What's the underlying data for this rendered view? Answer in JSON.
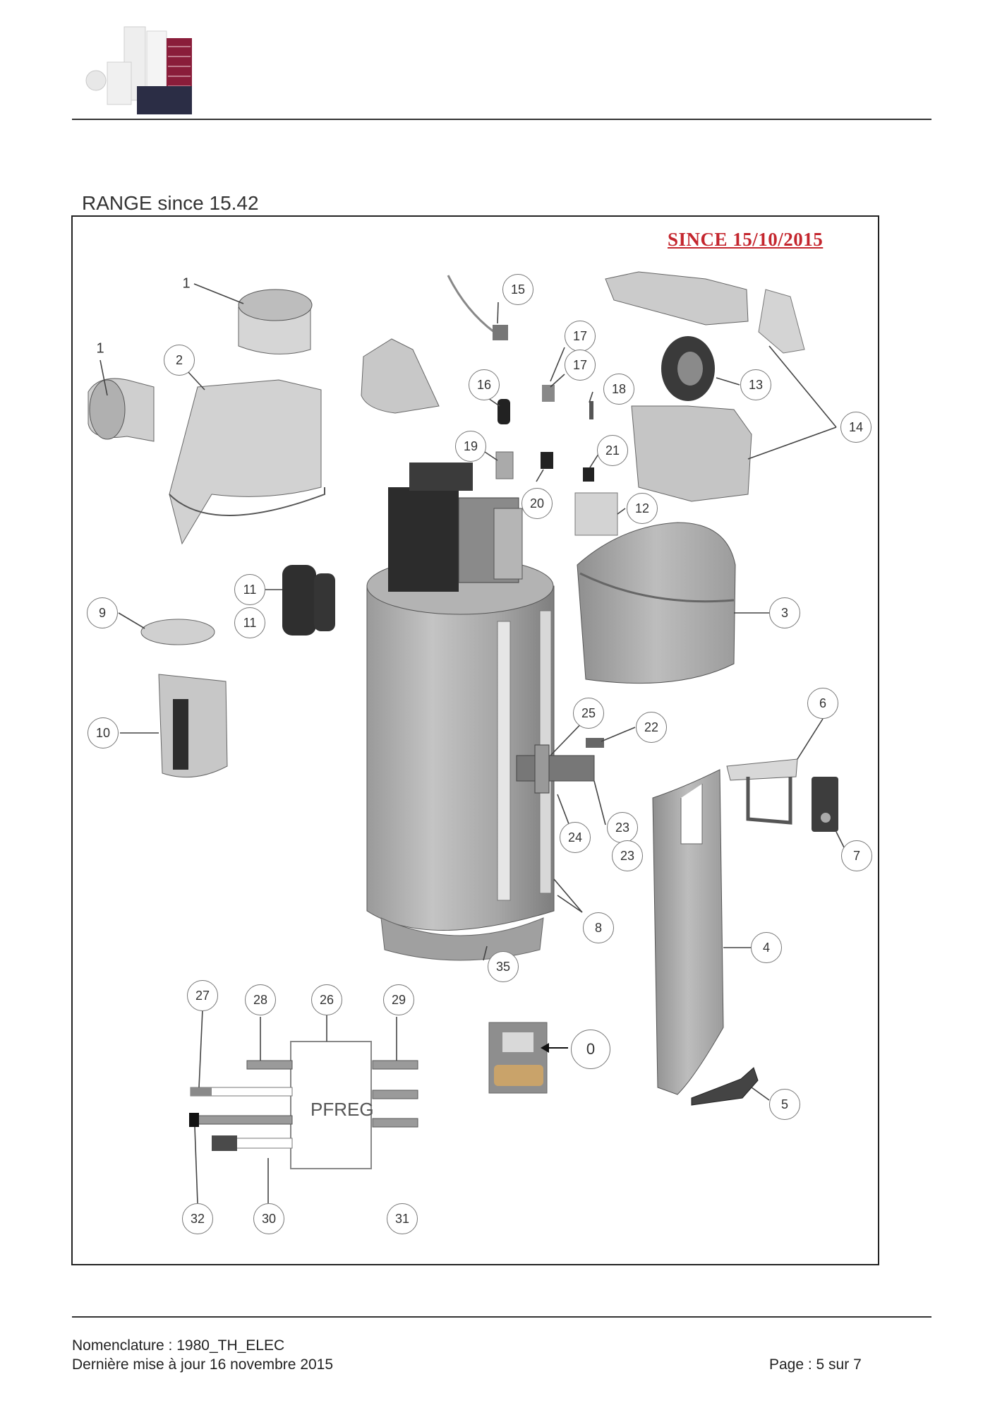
{
  "section_title": "RANGE since 15.42",
  "since_stamp": "SINCE 15/10/2015",
  "callouts": [
    {
      "label": "1"
    },
    {
      "label": "1"
    },
    {
      "label": "2"
    },
    {
      "label": "3"
    },
    {
      "label": "4"
    },
    {
      "label": "5"
    },
    {
      "label": "6"
    },
    {
      "label": "7"
    },
    {
      "label": "8"
    },
    {
      "label": "9"
    },
    {
      "label": "10"
    },
    {
      "label": "11"
    },
    {
      "label": "11"
    },
    {
      "label": "12"
    },
    {
      "label": "13"
    },
    {
      "label": "14"
    },
    {
      "label": "15"
    },
    {
      "label": "16"
    },
    {
      "label": "17"
    },
    {
      "label": "17"
    },
    {
      "label": "18"
    },
    {
      "label": "19"
    },
    {
      "label": "20"
    },
    {
      "label": "21"
    },
    {
      "label": "22"
    },
    {
      "label": "23"
    },
    {
      "label": "23"
    },
    {
      "label": "24"
    },
    {
      "label": "25"
    },
    {
      "label": "26"
    },
    {
      "label": "27"
    },
    {
      "label": "28"
    },
    {
      "label": "29"
    },
    {
      "label": "30"
    },
    {
      "label": "31"
    },
    {
      "label": "32"
    },
    {
      "label": "35"
    },
    {
      "label": "0"
    }
  ],
  "pfreg_label": "PFREG",
  "footer": {
    "nomenclature": "Nomenclature : 1980_TH_ELEC",
    "updated": "Dernière mise à jour 16 novembre 2015",
    "page": "Page : 5 sur 7"
  },
  "colors": {
    "stamp_red": "#c4262e",
    "logo_maroon": "#8a1d3a",
    "logo_navy": "#2b2d45"
  }
}
